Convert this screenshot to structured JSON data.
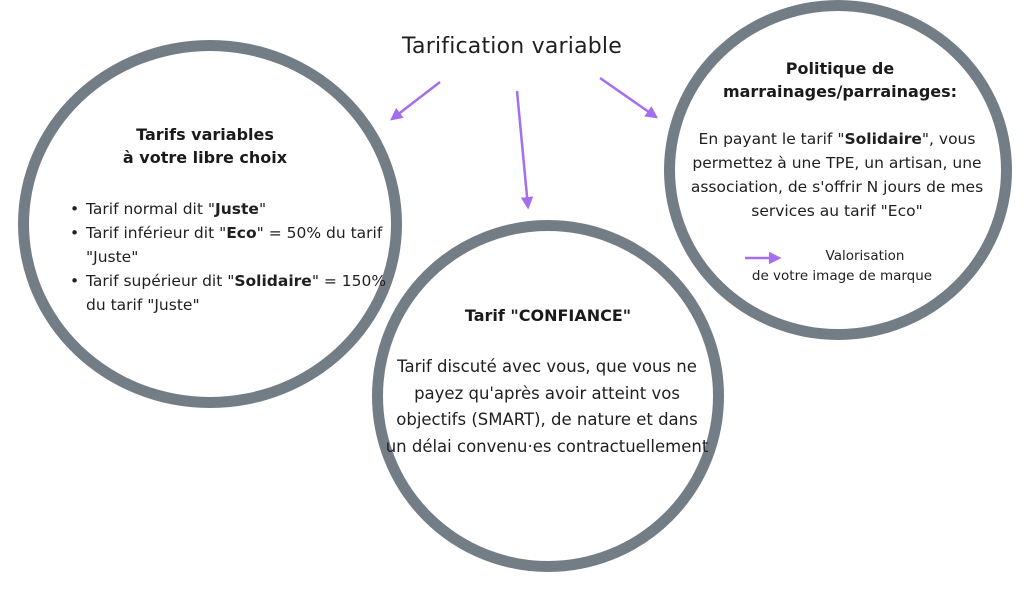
{
  "title": "Tarification variable",
  "left": {
    "heading_line1": "Tarifs variables",
    "heading_line2_prefix": "à votre ",
    "heading_line2_bold": "libre choix",
    "items": [
      {
        "pre": "Tarif normal dit \"",
        "bold": "Juste",
        "post": "\""
      },
      {
        "pre": "Tarif inférieur dit \"",
        "bold": "Eco",
        "post": "\" = 50% du tarif \"Juste\""
      },
      {
        "pre": "Tarif supérieur dit \"",
        "bold": "Solidaire",
        "post": "\" = 150% du tarif \"Juste\""
      }
    ]
  },
  "center": {
    "heading": "Tarif \"CONFIANCE\"",
    "body": "Tarif discuté avec vous, que vous ne payez qu'après avoir atteint vos objectifs (SMART), de nature et dans un délai convenu·es contractuellement"
  },
  "right": {
    "heading_line1": "Politique de",
    "heading_line2": "marrainages/parrainages:",
    "body_pre": "En payant le tarif \"",
    "body_bold": "Solidaire",
    "body_post": "\", vous permettez à une TPE, un artisan, une association, de s'offrir N jours de mes services au tarif \"Eco\"",
    "note_line1": "Valorisation",
    "note_line2": "de votre image de marque"
  },
  "colors": {
    "circle_border": "#737d86",
    "arrow": "#a46ef0",
    "text": "#1f1f1f"
  }
}
